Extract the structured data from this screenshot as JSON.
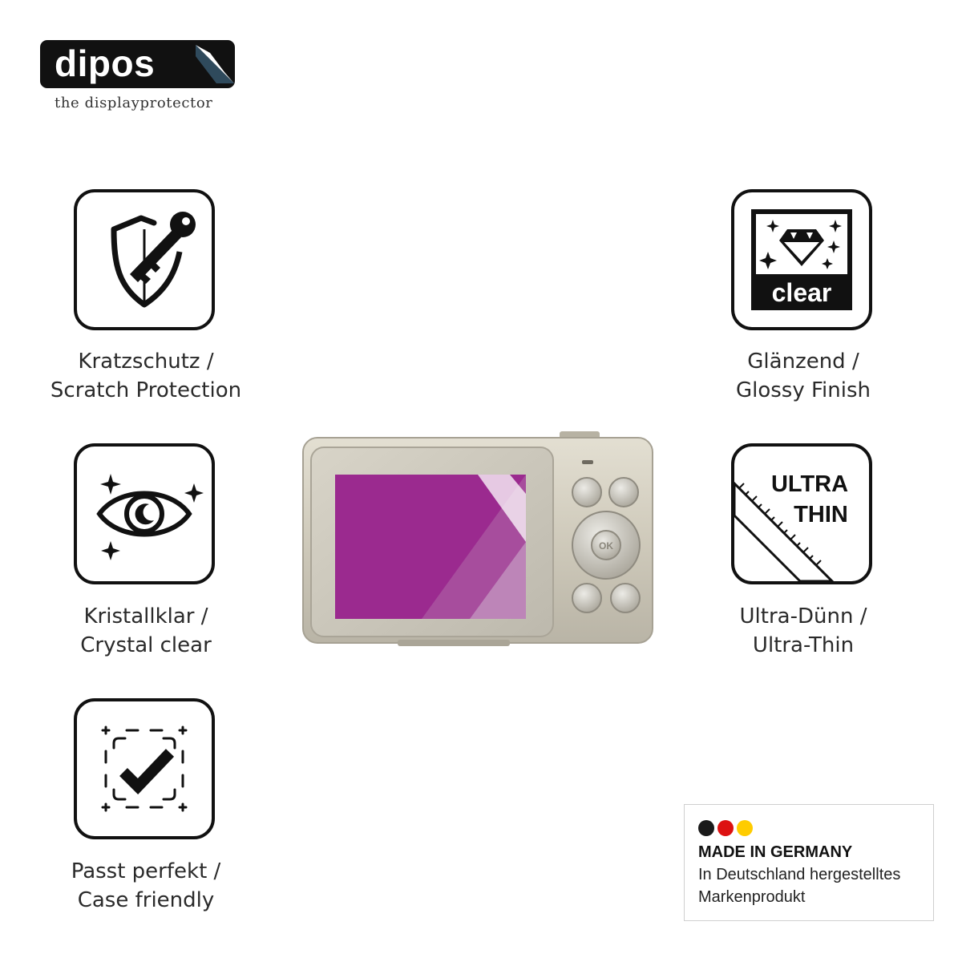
{
  "logo": {
    "word": "dipos",
    "tagline": "the displayprotector"
  },
  "features": {
    "scratch": {
      "line1": "Kratzschutz /",
      "line2": "Scratch Protection",
      "icon": "shield-key-icon"
    },
    "crystal": {
      "line1": "Kristallklar /",
      "line2": "Crystal clear",
      "icon": "eye-sparkle-icon"
    },
    "case": {
      "line1": "Passt perfekt /",
      "line2": "Case friendly",
      "icon": "checkmark-frame-icon"
    },
    "glossy": {
      "line1": "Glänzend /",
      "line2": "Glossy Finish",
      "icon": "diamond-clear-icon",
      "badge_text": "clear"
    },
    "thin": {
      "line1": "Ultra-Dünn /",
      "line2": "Ultra-Thin",
      "icon": "ruler-ultra-thin-icon",
      "badge_line1": "ULTRA",
      "badge_line2": "THIN"
    }
  },
  "camera": {
    "ok_label": "OK",
    "screen_color": "#9b2a8f"
  },
  "made_in_germany": {
    "title": "MADE IN GERMANY",
    "line1": "In Deutschland hergestelltes",
    "line2": "Markenprodukt",
    "flag_colors": [
      "#1a1a1a",
      "#dd1111",
      "#ffcc00"
    ]
  }
}
